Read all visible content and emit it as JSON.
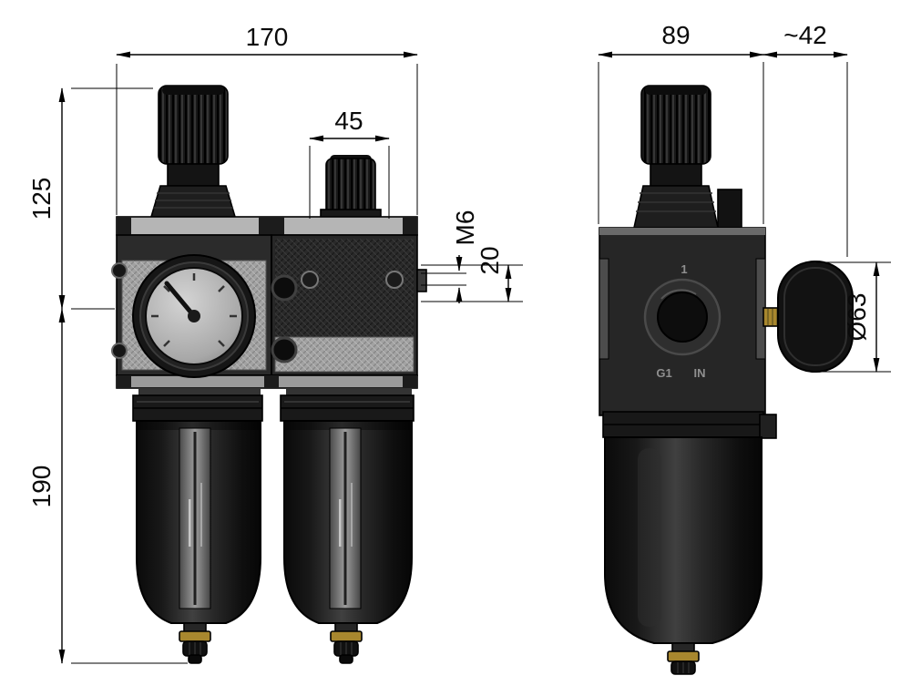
{
  "dimensions": {
    "overall_width": "170",
    "lubricator_knob_width": "45",
    "upper_height": "125",
    "bowl_height": "190",
    "port_thread": "M6",
    "port_offset": "20",
    "side_width": "89",
    "gauge_depth": "~42",
    "gauge_diameter": "Ø63"
  },
  "part_labels": {
    "port_index": "1",
    "port_size": "G1",
    "port_direction": "IN"
  },
  "colors": {
    "background": "#ffffff",
    "line": "#000000",
    "body_dark": "#1d1d1d",
    "metal_light": "#9b9b9b",
    "gauge_face": "#a6a6a6",
    "brass": "#a8872e"
  }
}
